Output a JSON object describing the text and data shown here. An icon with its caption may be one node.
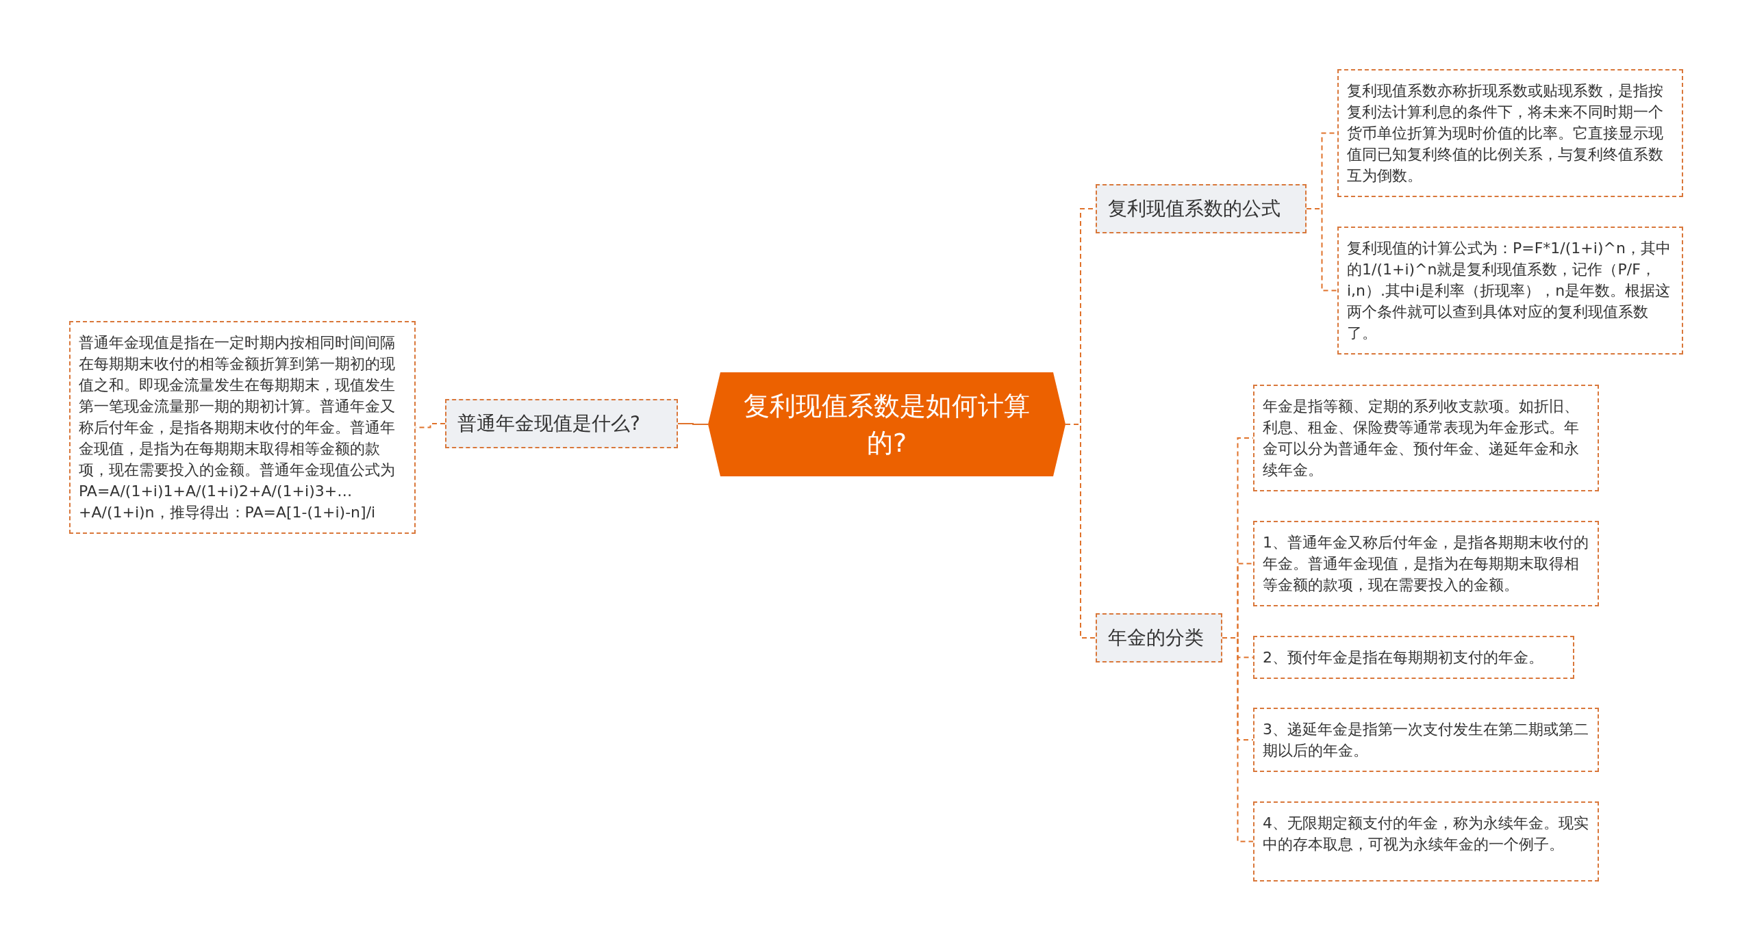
{
  "diagram": {
    "nodes": [
      {
        "text": [
          "复利现值系数是如何计算的?"
        ]
      },
      {
        "text": [
          "普通年金现值是什么?"
        ]
      },
      {
        "text": [
          "普通年金现值是指在一定时期内按相同时间间隔在每期期末收付的相等金额折算到第一期初的现值之和。即现金流量发生在每期期末，现值发生第一笔现金流量那一期的期初计算。普通年金又称后付年金，是指各期期末收付的年金。普通年金现值，是指为在每期期末取得相等金额的款项，现在需要投入的金额。普通年金现值公式为PA=A/(1+i)1+A/(1+i)2+A/(1+i)3+…+A/(1+i)n，推导得出：PA=A[1-(1+i)-n]/i"
        ]
      },
      {
        "text": [
          "复利现值系数的公式"
        ]
      },
      {
        "text": [
          "复利现值系数亦称折现系数或贴现系数，是指按复利法计算利息的条件下，将未来不同时期一个货币单位折算为现时价值的比率。它直接显示现值同已知复利终值的比例关系，与复利终值系数互为倒数。"
        ]
      },
      {
        "text": [
          "复利现值的计算公式为：P=F*1/(1+i)^n，其中的1/(1+i)^n就是复利现值系数，记作（P/F，i,n）.其中i是利率（折现率），n是年数。根据这两个条件就可以查到具体对应的复利现值系数了。"
        ]
      },
      {
        "text": [
          "年金的分类"
        ]
      },
      {
        "text": [
          "年金是指等额、定期的系列收支款项。如折旧、利息、租金、保险费等通常表现为年金形式。年金可以分为普通年金、预付年金、递延年金和永续年金。"
        ]
      },
      {
        "text": [
          "1、普通年金又称后付年金，是指各期期末收付的年金。普通年金现值，是指为在每期期末取得相等金额的款项，现在需要投入的金额。"
        ]
      },
      {
        "text": [
          "2、预付年金是指在每期期初支付的年金。"
        ]
      },
      {
        "text": [
          "3、递延年金是指第一次支付发生在第二期或第二期以后的年金。"
        ]
      },
      {
        "text": [
          "4、无限期定额支付的年金，称为永续年金。现实中的存本取息，可视为永续年金的一个例子。"
        ]
      }
    ],
    "edges": [
      {
        "from": 0,
        "to": 1,
        "arrow": "none"
      },
      {
        "from": 1,
        "to": 2,
        "arrow": "none",
        "style": "dashed"
      },
      {
        "from": 0,
        "to": 3,
        "arrow": "none",
        "style": "dashed"
      },
      {
        "from": 0,
        "to": 6,
        "arrow": "none",
        "style": "dashed"
      },
      {
        "from": 3,
        "to": 4,
        "arrow": "none",
        "style": "dashed"
      },
      {
        "from": 3,
        "to": 5,
        "arrow": "none",
        "style": "dashed"
      },
      {
        "from": 6,
        "to": 7,
        "arrow": "none",
        "style": "dashed"
      },
      {
        "from": 6,
        "to": 8,
        "arrow": "none",
        "style": "dashed"
      },
      {
        "from": 6,
        "to": 9,
        "arrow": "none",
        "style": "dashed"
      },
      {
        "from": 6,
        "to": 10,
        "arrow": "none",
        "style": "dashed"
      },
      {
        "from": 6,
        "to": 11,
        "arrow": "none",
        "style": "dashed"
      }
    ]
  }
}
